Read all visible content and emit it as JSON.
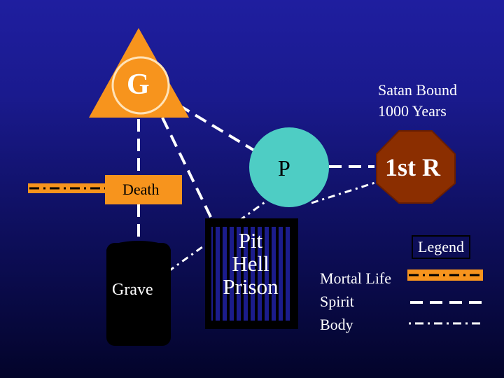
{
  "nodes": {
    "god": "G",
    "paradise": "P",
    "first_resurrection": "1st R",
    "death": "Death",
    "grave": "Grave",
    "prison": [
      "Pit",
      "Hell",
      "Prison"
    ],
    "satan_bound": [
      "Satan Bound",
      "1000 Years"
    ]
  },
  "legend": {
    "title": "Legend",
    "items": [
      {
        "label": "Mortal Life",
        "line_style": "orange dash-dot"
      },
      {
        "label": "Spirit",
        "line_style": "white long dash"
      },
      {
        "label": "Body",
        "line_style": "white dash-dot"
      }
    ]
  },
  "colors": {
    "background_top": "#1f1e9f",
    "background_bottom": "#03042a",
    "god_triangle": "#f7941d",
    "paradise_circle": "#4ecdc4",
    "resurrection_octagon": "#8b2e00",
    "death_box": "#f7941d",
    "grave": "#000000",
    "prison": "#000000",
    "mortal_life_line": "#f7941d"
  }
}
